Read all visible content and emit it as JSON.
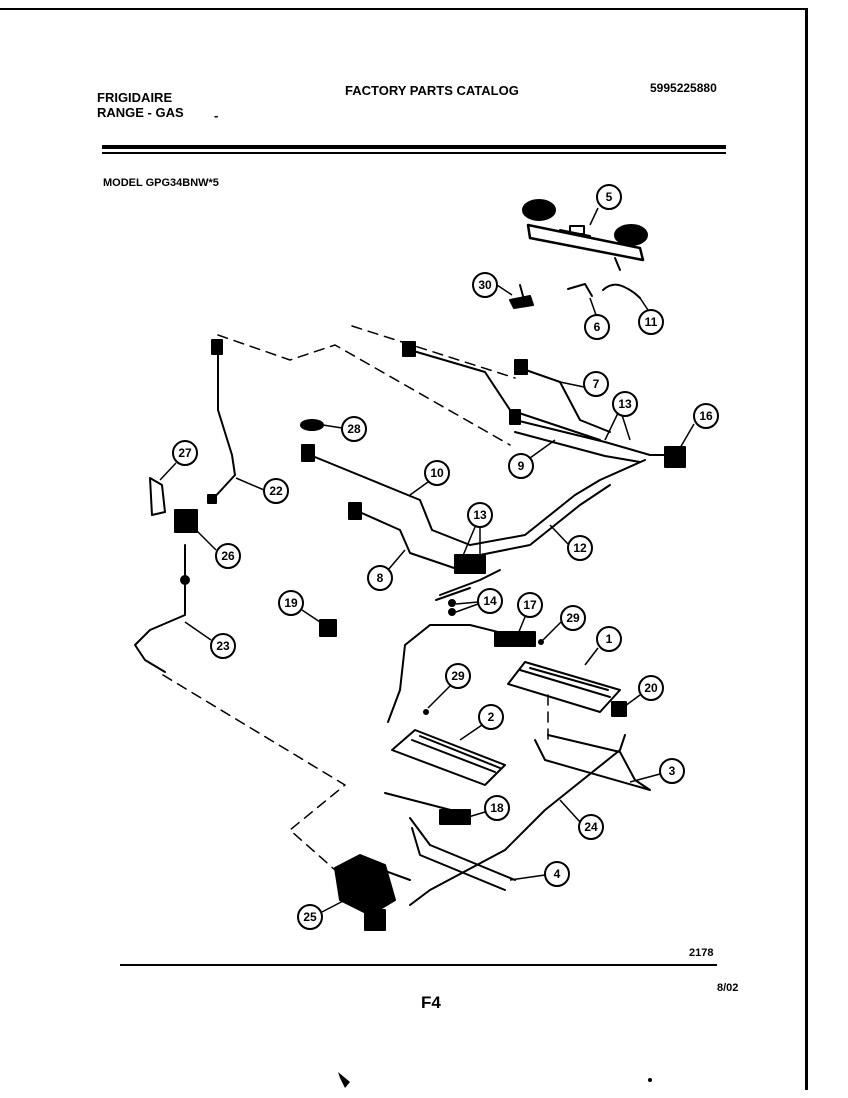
{
  "header": {
    "brand": "FRIGIDAIRE",
    "product": "RANGE - GAS",
    "dash": "-",
    "catalog_title": "FACTORY PARTS CATALOG",
    "catalog_number": "5995225880",
    "model": "MODEL GPG34BNW*5"
  },
  "footer": {
    "code": "2178",
    "page": "F4",
    "date": "8/02"
  },
  "callouts": [
    "5",
    "30",
    "6",
    "11",
    "7",
    "13",
    "16",
    "28",
    "9",
    "27",
    "10",
    "22",
    "26",
    "13",
    "12",
    "8",
    "14",
    "19",
    "17",
    "29",
    "1",
    "23",
    "29",
    "20",
    "2",
    "3",
    "18",
    "24",
    "4",
    "25"
  ]
}
